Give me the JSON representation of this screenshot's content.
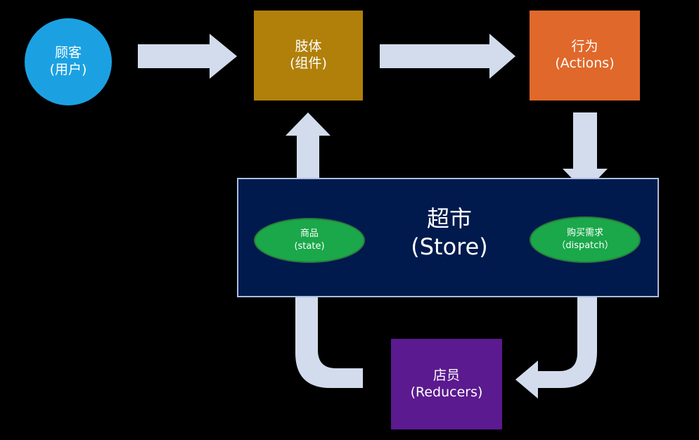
{
  "nodes": {
    "customer": {
      "line1": "顾客",
      "line2": "(用户)",
      "color": "#1ba1e2"
    },
    "component": {
      "line1": "肢体",
      "line2": "(组件)",
      "color": "#b0800a"
    },
    "actions": {
      "line1": "行为",
      "line2": "(Actions)",
      "color": "#e0682a"
    },
    "store": {
      "title_line1": "超市",
      "title_line2": "(Store)",
      "color": "#001a4d",
      "state": {
        "line1": "商品",
        "line2": "(state)"
      },
      "dispatch": {
        "line1": "购买需求",
        "line2": "（dispatch）"
      }
    },
    "reducers": {
      "line1": "店员",
      "line2": "(Reducers)",
      "color": "#5b1a8f"
    }
  },
  "arrow_color": "#d3dcec",
  "oval_color": "#1aa84a"
}
